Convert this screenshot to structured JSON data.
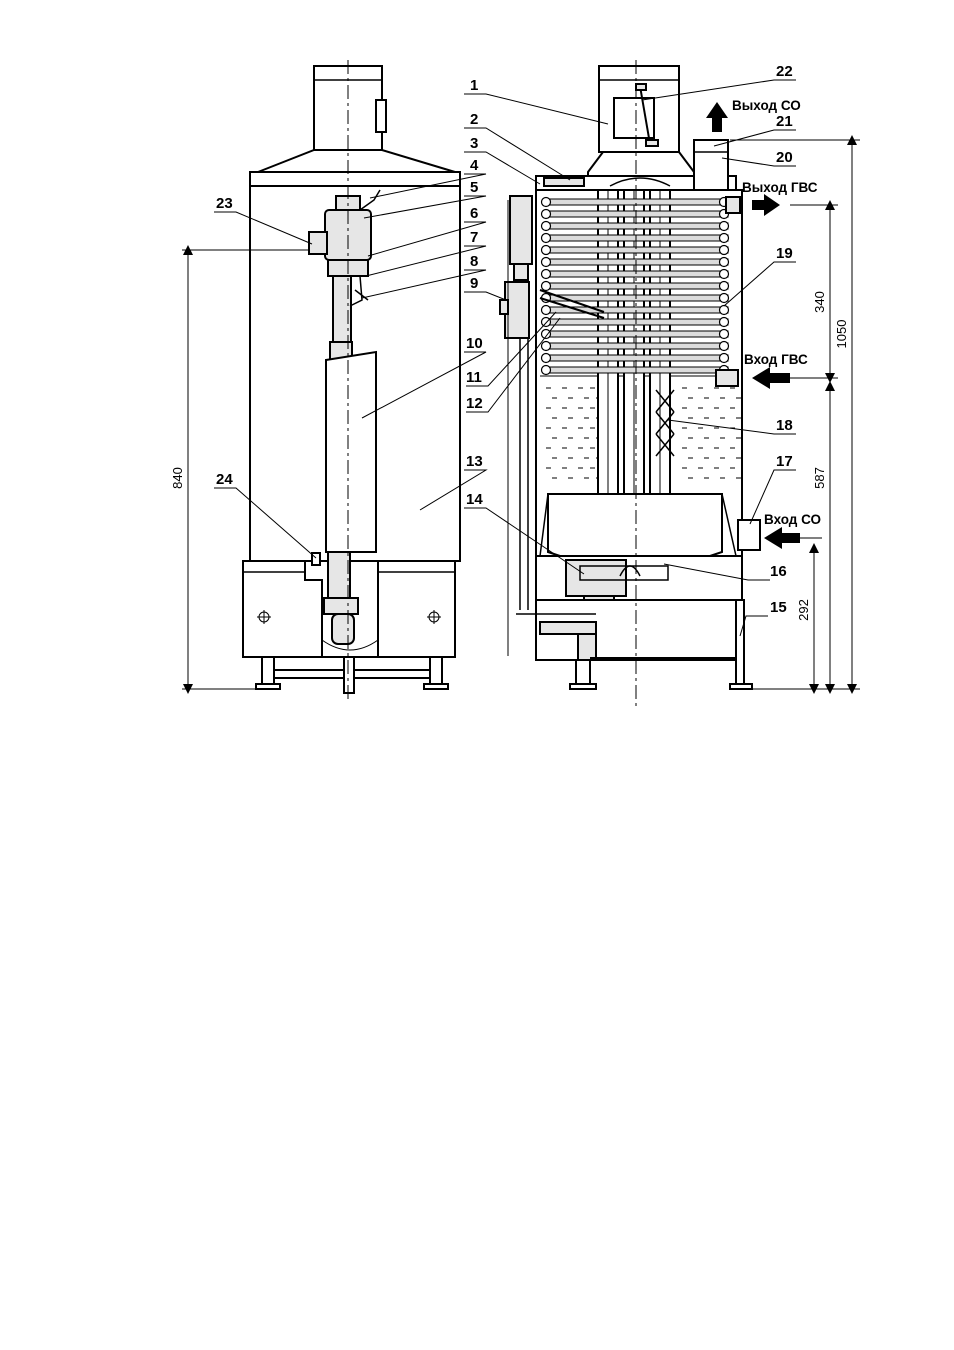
{
  "labels": {
    "n1": "1",
    "n2": "2",
    "n3": "3",
    "n4": "4",
    "n5": "5",
    "n6": "6",
    "n7": "7",
    "n8": "8",
    "n9": "9",
    "n10": "10",
    "n11": "11",
    "n12": "12",
    "n13": "13",
    "n14": "14",
    "n15": "15",
    "n16": "16",
    "n17": "17",
    "n18": "18",
    "n19": "19",
    "n20": "20",
    "n21": "21",
    "n22": "22",
    "n23": "23",
    "n24": "24"
  },
  "flows": {
    "co_out": "Выход СО",
    "gvs_out": "Выход ГВС",
    "gvs_in": "Вход ГВС",
    "co_in": "Вход СО"
  },
  "dimensions": {
    "d840": "840",
    "d340": "340",
    "d1050": "1050",
    "d587": "587",
    "d292": "292"
  }
}
